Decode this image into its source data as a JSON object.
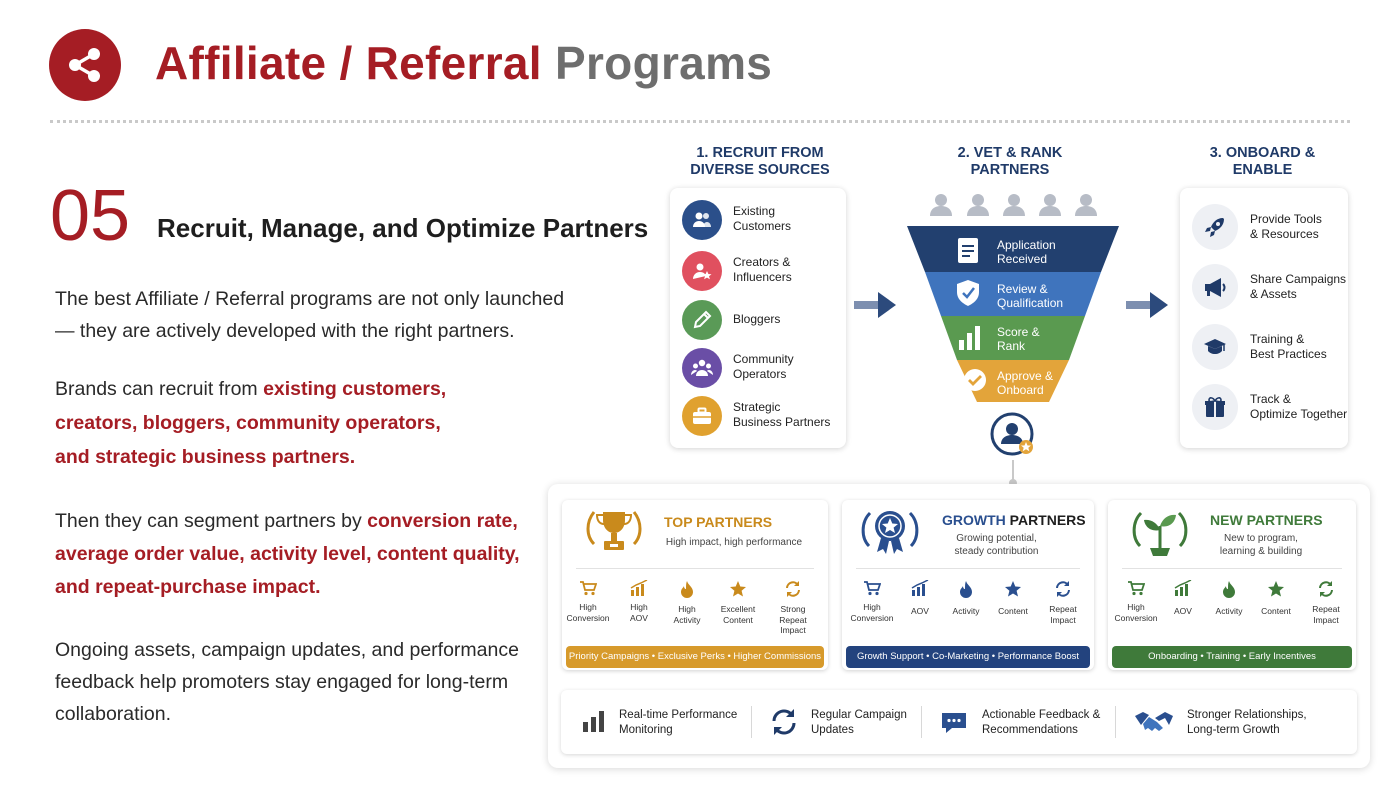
{
  "header": {
    "title_part1": "Affiliate / Referral",
    "title_part2": "Programs",
    "logo_icon": "share-icon",
    "accent_color": "#a51d24"
  },
  "left": {
    "step_number": "05",
    "step_title": "Recruit, Manage, and Optimize Partners",
    "p1": "The best Affiliate / Referral programs are not only launched — they are actively developed with the right partners.",
    "p2_lead": "Brands can recruit from ",
    "p2_hl_1": "existing customers,",
    "p2_hl_2": "creators, bloggers, community operators,",
    "p2_hl_3": "and strategic business partners.",
    "p3_lead": "Then they can segment partners by ",
    "p3_hl_1": "conversion rate,",
    "p3_hl_2": "average order value, activity level, content quality,",
    "p3_hl_3": "and repeat-purchase impact.",
    "p4": "Ongoing assets, campaign updates, and performance feedback help promoters stay engaged for long-term collaboration."
  },
  "recruit": {
    "heading_line1": "1. RECRUIT FROM",
    "heading_line2": "DIVERSE SOURCES",
    "items": [
      {
        "line1": "Existing",
        "line2": "Customers",
        "icon": "users-icon",
        "color": "#2b4f8a"
      },
      {
        "line1": "Creators &",
        "line2": "Influencers",
        "icon": "creator-star-icon",
        "color": "#e0505f"
      },
      {
        "line1": "Bloggers",
        "line2": "",
        "icon": "pencil-icon",
        "color": "#5a9a57"
      },
      {
        "line1": "Community",
        "line2": "Operators",
        "icon": "community-icon",
        "color": "#6a4ea6"
      },
      {
        "line1": "Strategic",
        "line2": "Business Partners",
        "icon": "briefcase-icon",
        "color": "#e0a12f"
      }
    ]
  },
  "vet": {
    "heading_line1": "2. VET & RANK",
    "heading_line2": "PARTNERS",
    "stages": [
      {
        "line1": "Application",
        "line2": "Received",
        "icon": "document-icon",
        "color": "#22406f"
      },
      {
        "line1": "Review &",
        "line2": "Qualification",
        "icon": "shield-check-icon",
        "color": "#3f74bd"
      },
      {
        "line1": "Score &",
        "line2": "Rank",
        "icon": "bar-chart-icon",
        "color": "#5a9a50"
      },
      {
        "line1": "Approve &",
        "line2": "Onboard",
        "icon": "check-circle-icon",
        "color": "#e3a43a"
      }
    ]
  },
  "onboard": {
    "heading_line1": "3. ONBOARD &",
    "heading_line2": "ENABLE",
    "items": [
      {
        "line1": "Provide Tools",
        "line2": "& Resources",
        "icon": "rocket-icon"
      },
      {
        "line1": "Share Campaigns",
        "line2": "& Assets",
        "icon": "megaphone-icon"
      },
      {
        "line1": "Training &",
        "line2": "Best Practices",
        "icon": "graduation-cap-icon"
      },
      {
        "line1": "Track &",
        "line2": "Optimize Together",
        "icon": "gift-icon"
      }
    ]
  },
  "tiers": [
    {
      "title_a": "TOP",
      "title_b": "PARTNERS",
      "sub_line1": "High impact, high performance",
      "sub_line2": "",
      "color": "#c98a1c",
      "icon": "trophy-icon",
      "metrics": [
        {
          "line1": "High",
          "line2": "Conversion",
          "icon": "cart-icon"
        },
        {
          "line1": "High",
          "line2": "AOV",
          "icon": "trend-chart-icon"
        },
        {
          "line1": "High",
          "line2": "Activity",
          "icon": "flame-icon"
        },
        {
          "line1": "Excellent",
          "line2": "Content",
          "icon": "star-icon"
        },
        {
          "line1": "Strong",
          "line2": "Repeat Impact",
          "icon": "repeat-icon"
        }
      ],
      "banner": "Priority Campaigns • Exclusive Perks • Higher Commissions",
      "banner_color": "#d79a2b"
    },
    {
      "title_a": "GROWTH",
      "title_b": "PARTNERS",
      "sub_line1": "Growing potential,",
      "sub_line2": "steady contribution",
      "color": "#2a4f8f",
      "icon": "star-medal-icon",
      "metrics": [
        {
          "line1": "High",
          "line2": "Conversion",
          "icon": "cart-icon"
        },
        {
          "line1": "AOV",
          "line2": "",
          "icon": "trend-chart-icon"
        },
        {
          "line1": "Activity",
          "line2": "",
          "icon": "flame-icon"
        },
        {
          "line1": "Content",
          "line2": "",
          "icon": "star-icon"
        },
        {
          "line1": "Repeat",
          "line2": "Impact",
          "icon": "repeat-icon"
        }
      ],
      "banner": "Growth Support • Co-Marketing • Performance Boost",
      "banner_color": "#23437e"
    },
    {
      "title_a": "NEW",
      "title_b": "PARTNERS",
      "sub_line1": "New to program,",
      "sub_line2": "learning & building",
      "color": "#3f7a3a",
      "icon": "sprout-icon",
      "metrics": [
        {
          "line1": "High",
          "line2": "Conversion",
          "icon": "cart-icon"
        },
        {
          "line1": "AOV",
          "line2": "",
          "icon": "trend-chart-icon"
        },
        {
          "line1": "Activity",
          "line2": "",
          "icon": "flame-icon"
        },
        {
          "line1": "Content",
          "line2": "",
          "icon": "star-icon"
        },
        {
          "line1": "Repeat",
          "line2": "Impact",
          "icon": "repeat-icon"
        }
      ],
      "banner": "Onboarding • Training • Early Incentives",
      "banner_color": "#3f7a3a"
    }
  ],
  "benefits": [
    {
      "line1": "Real-time Performance",
      "line2": "Monitoring",
      "icon": "bar-chart-icon"
    },
    {
      "line1": "Regular Campaign",
      "line2": "Updates",
      "icon": "refresh-icon"
    },
    {
      "line1": "Actionable Feedback &",
      "line2": "Recommendations",
      "icon": "chat-bubble-icon"
    },
    {
      "line1": "Stronger Relationships,",
      "line2": "Long-term Growth",
      "icon": "handshake-icon"
    }
  ]
}
